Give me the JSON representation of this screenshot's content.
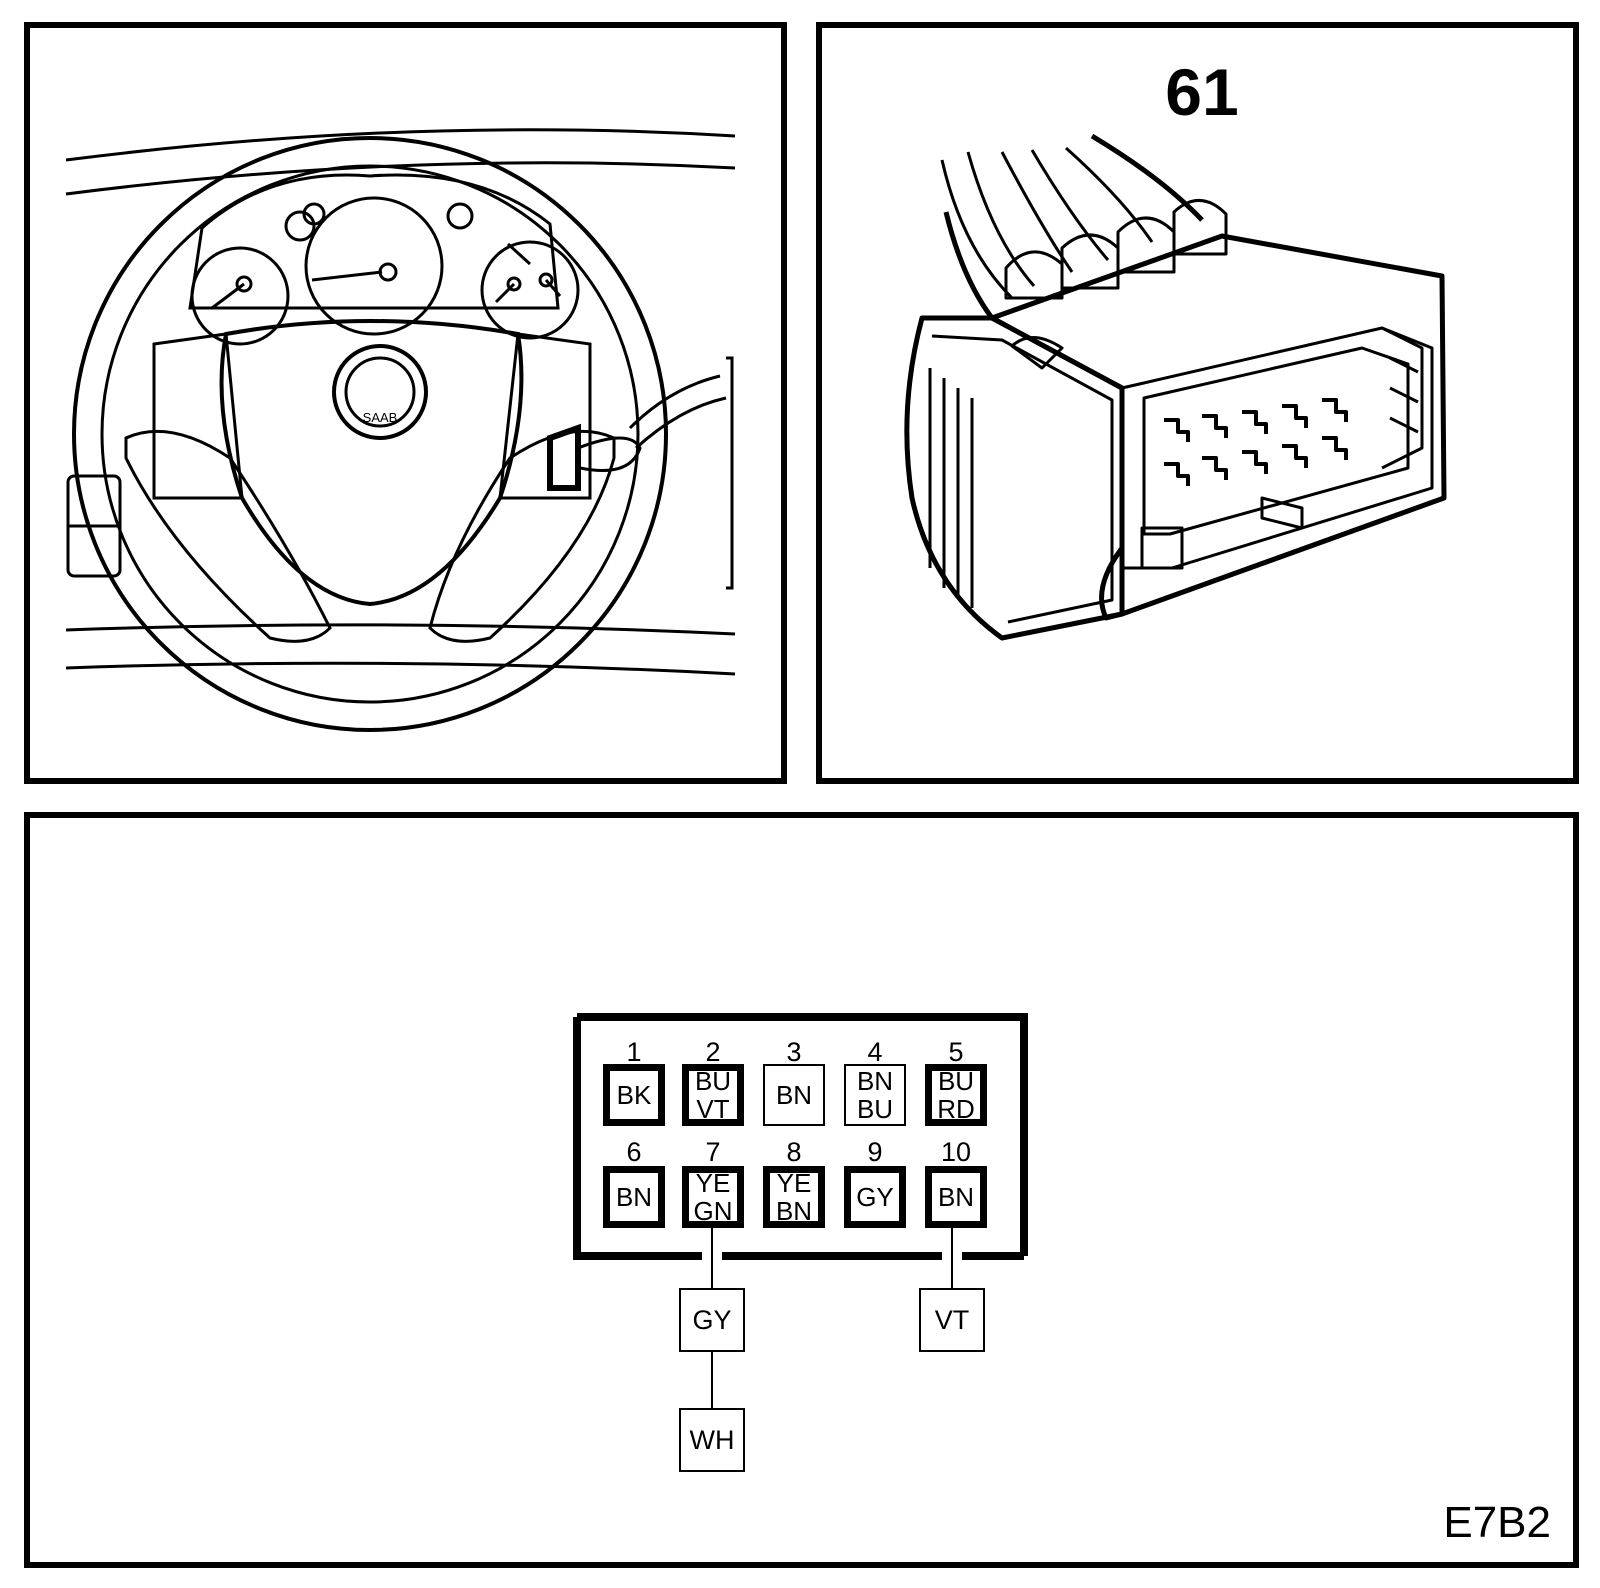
{
  "connector": {
    "number": "61"
  },
  "drawing": {
    "code": "E7B2"
  },
  "pins": [
    {
      "num": "1",
      "lines": [
        "BK"
      ]
    },
    {
      "num": "2",
      "lines": [
        "BU",
        "VT"
      ]
    },
    {
      "num": "3",
      "lines": [
        "BN"
      ]
    },
    {
      "num": "4",
      "lines": [
        "BN",
        "BU"
      ]
    },
    {
      "num": "5",
      "lines": [
        "BU",
        "RD"
      ]
    },
    {
      "num": "6",
      "lines": [
        "BN"
      ]
    },
    {
      "num": "7",
      "lines": [
        "YE",
        "GN"
      ]
    },
    {
      "num": "8",
      "lines": [
        "YE",
        "BN"
      ]
    },
    {
      "num": "9",
      "lines": [
        "GY"
      ]
    },
    {
      "num": "10",
      "lines": [
        "BN"
      ]
    }
  ],
  "wires": {
    "pin7": [
      "GY",
      "WH"
    ],
    "pin10": [
      "VT"
    ]
  }
}
